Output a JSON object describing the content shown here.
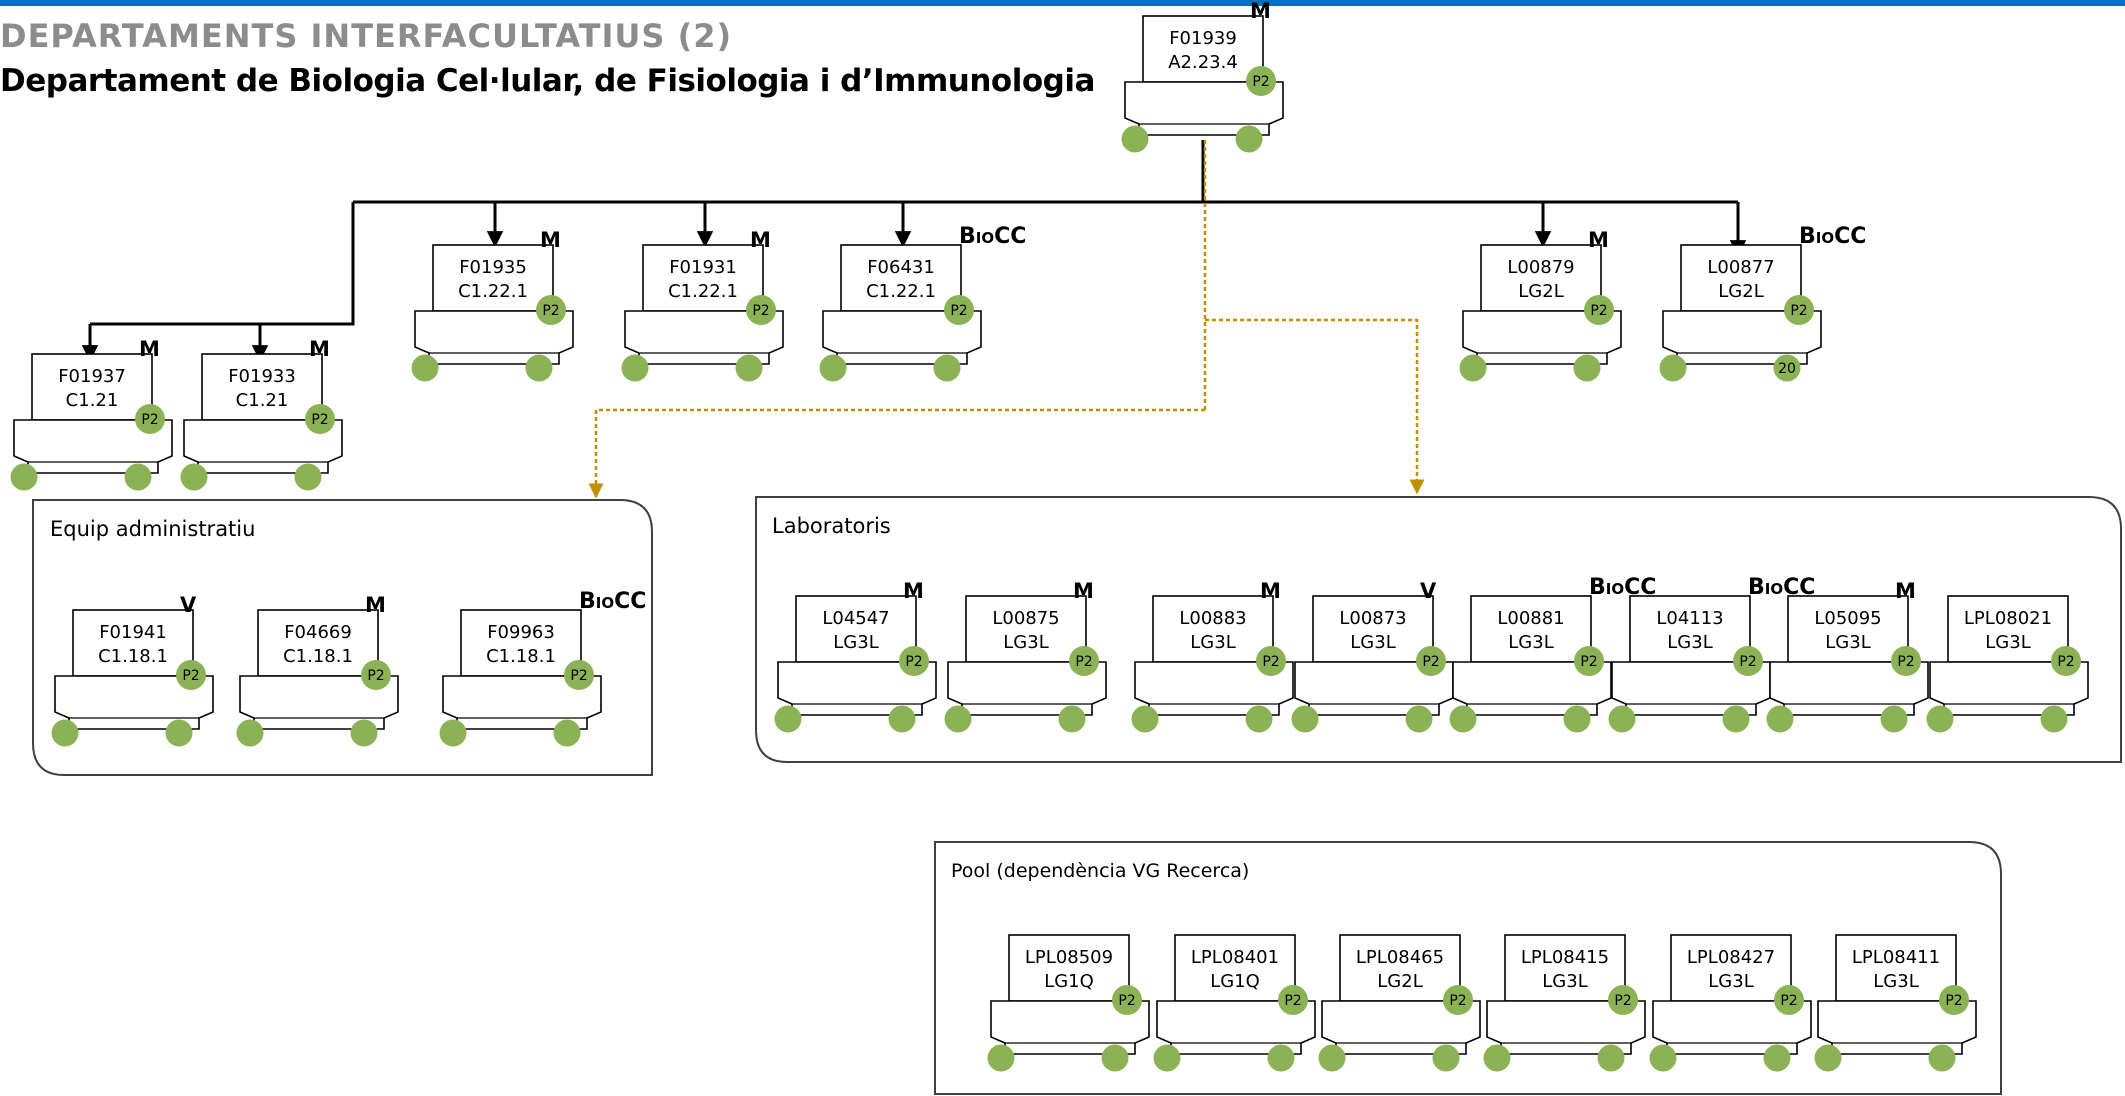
{
  "header": {
    "title": "DEPARTAMENTS INTERFACULTATIUS (2)",
    "subtitle": "Departament de Biologia Cel·lular, de Fisiologia i d’Immunologia"
  },
  "colors": {
    "top_bar": "#0070C0",
    "title": "#8c8c8c",
    "badge": "#8bb356",
    "dotted_connector": "#c09000",
    "line": "#000000"
  },
  "groups": {
    "admin": "Equip administratiu",
    "labs": "Laboratoris",
    "pool": "Pool (dependència VG Recerca)"
  },
  "positions": {
    "root": {
      "code": "F01939",
      "loc": "A2.23.4",
      "badge": "P2",
      "tag": "M"
    },
    "f01937": {
      "code": "F01937",
      "loc": "C1.21",
      "badge": "P2",
      "tag": "M"
    },
    "f01933": {
      "code": "F01933",
      "loc": "C1.21",
      "badge": "P2",
      "tag": "M"
    },
    "f01935": {
      "code": "F01935",
      "loc": "C1.22.1",
      "badge": "P2",
      "tag": "M"
    },
    "f01931": {
      "code": "F01931",
      "loc": "C1.22.1",
      "badge": "P2",
      "tag": "M"
    },
    "f06431": {
      "code": "F06431",
      "loc": "C1.22.1",
      "badge": "P2",
      "tag": "BioCC"
    },
    "l00879": {
      "code": "L00879",
      "loc": "LG2L",
      "badge": "P2",
      "tag": "M"
    },
    "l00877": {
      "code": "L00877",
      "loc": "LG2L",
      "badge": "P2",
      "tag": "BioCC",
      "right_dot": "20"
    },
    "f01941": {
      "code": "F01941",
      "loc": "C1.18.1",
      "badge": "P2",
      "tag": "V"
    },
    "f04669": {
      "code": "F04669",
      "loc": "C1.18.1",
      "badge": "P2",
      "tag": "M"
    },
    "f09963": {
      "code": "F09963",
      "loc": "C1.18.1",
      "badge": "P2",
      "tag": "BioCC"
    },
    "l04547": {
      "code": "L04547",
      "loc": "LG3L",
      "badge": "P2",
      "tag": "M"
    },
    "l00875": {
      "code": "L00875",
      "loc": "LG3L",
      "badge": "P2",
      "tag": "M"
    },
    "l00883": {
      "code": "L00883",
      "loc": "LG3L",
      "badge": "P2",
      "tag": "M"
    },
    "l00873": {
      "code": "L00873",
      "loc": "LG3L",
      "badge": "P2",
      "tag": "V"
    },
    "l00881": {
      "code": "L00881",
      "loc": "LG3L",
      "badge": "P2",
      "tag": "BioCC"
    },
    "l04113": {
      "code": "L04113",
      "loc": "LG3L",
      "badge": "P2",
      "tag": "BioCC"
    },
    "l05095": {
      "code": "L05095",
      "loc": "LG3L",
      "badge": "P2",
      "tag": "M"
    },
    "lpl08021": {
      "code": "LPL08021",
      "loc": "LG3L",
      "badge": "P2",
      "tag": ""
    },
    "lpl08509": {
      "code": "LPL08509",
      "loc": "LG1Q",
      "badge": "P2",
      "tag": ""
    },
    "lpl08401": {
      "code": "LPL08401",
      "loc": "LG1Q",
      "badge": "P2",
      "tag": ""
    },
    "lpl08465": {
      "code": "LPL08465",
      "loc": "LG2L",
      "badge": "P2",
      "tag": ""
    },
    "lpl08415": {
      "code": "LPL08415",
      "loc": "LG3L",
      "badge": "P2",
      "tag": ""
    },
    "lpl08427": {
      "code": "LPL08427",
      "loc": "LG3L",
      "badge": "P2",
      "tag": ""
    },
    "lpl08411": {
      "code": "LPL08411",
      "loc": "LG3L",
      "badge": "P2",
      "tag": ""
    }
  }
}
